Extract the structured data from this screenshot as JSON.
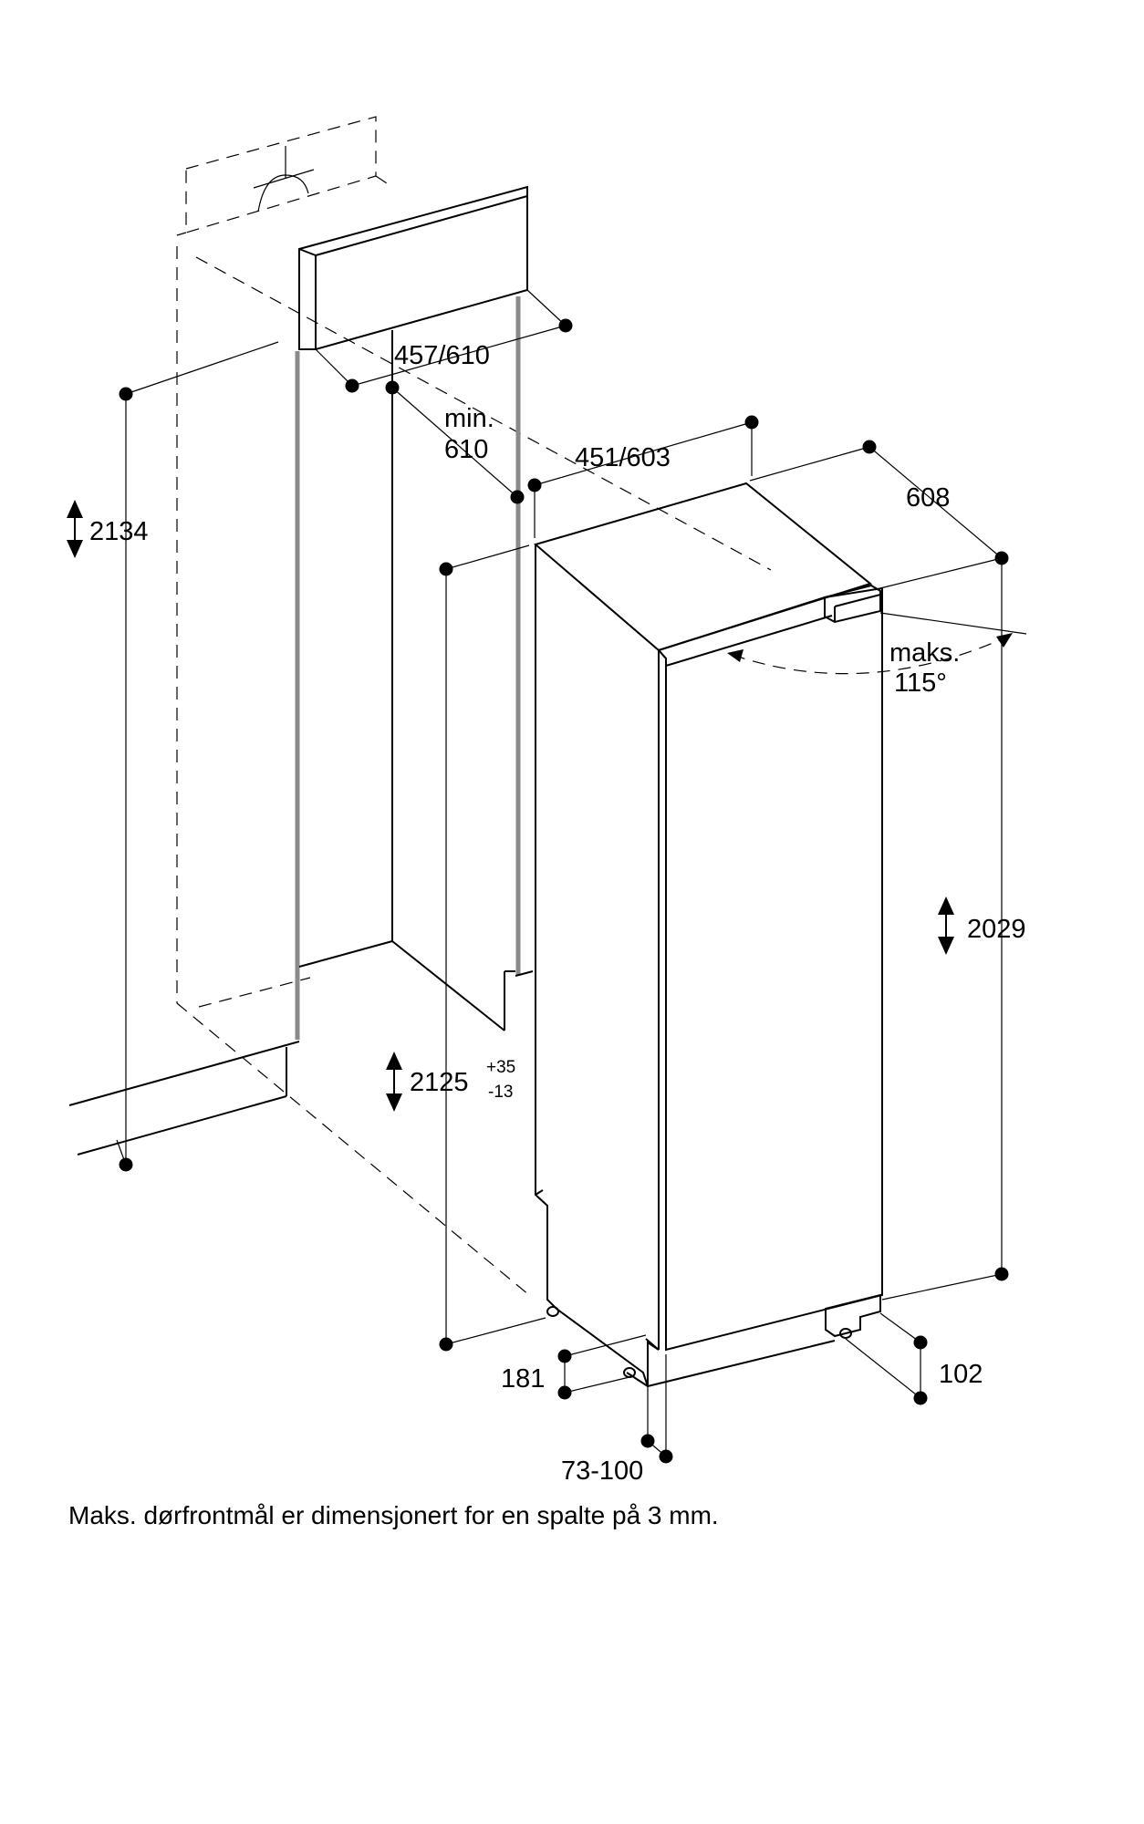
{
  "dimensions": {
    "niche_height": "2134",
    "cabinet_depth_top": "457/610",
    "min_depth_label": "min.",
    "min_depth_value": "610",
    "width": "451/603",
    "depth": "608",
    "door_angle_label": "maks.",
    "door_angle_value": "115°",
    "appliance_height": "2029",
    "niche_height_adjust": "2125",
    "tolerance_plus": "+35",
    "tolerance_minus": "-13",
    "plinth_height": "181",
    "plinth_depth": "102",
    "plinth_offset": "73-100"
  },
  "caption": "Maks. dørfrontmål er dimensjonert for en spalte på 3 mm."
}
